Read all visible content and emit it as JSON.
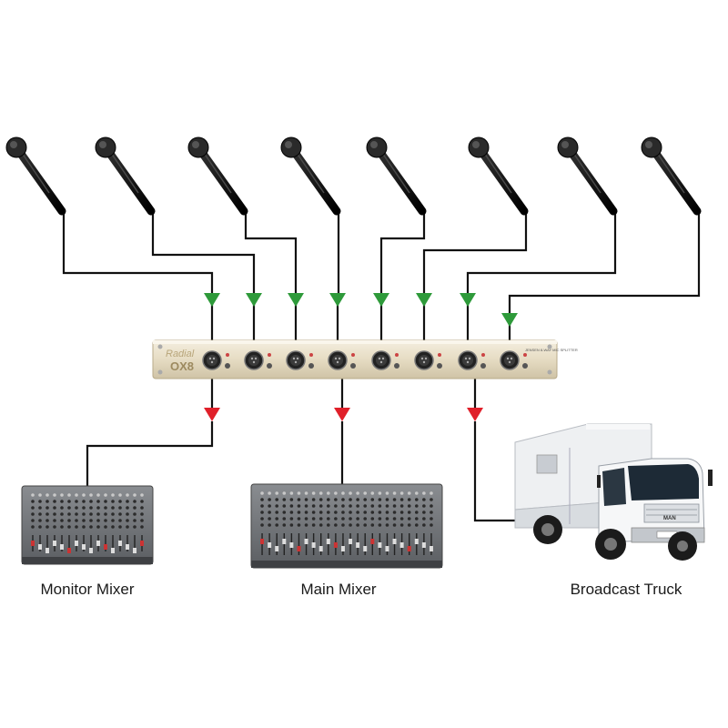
{
  "device": {
    "brand": "Radial",
    "model": "OX8",
    "panel_text": "JENSEN 8-WAY MIC SPLITTER",
    "input_count": 8,
    "output_count": 3
  },
  "outputs": [
    {
      "label": "Monitor Mixer",
      "type": "mixer-small"
    },
    {
      "label": "Main Mixer",
      "type": "mixer-large"
    },
    {
      "label": "Broadcast Truck",
      "type": "truck"
    }
  ],
  "truck": {
    "brand": "MAN"
  },
  "colors": {
    "input_arrow": "#2e9a3a",
    "output_arrow": "#e0202a",
    "cable": "#111111",
    "rack": "#e9dfc8",
    "mixer": "#6f7276"
  }
}
